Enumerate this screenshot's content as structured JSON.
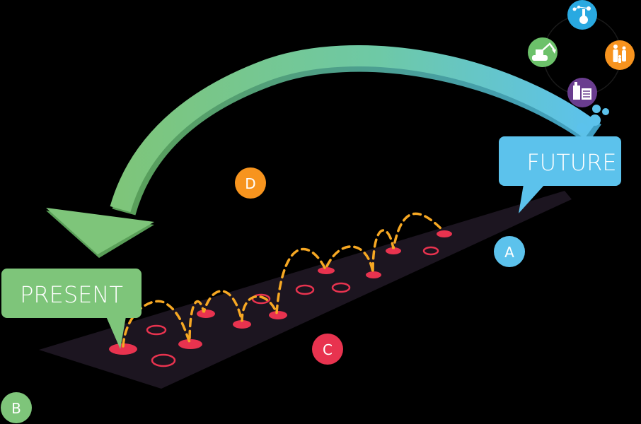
{
  "labels": {
    "present": "PRESENT",
    "future": "FUTURE"
  },
  "markers": {
    "a": "A",
    "b": "B",
    "c": "C",
    "d": "D"
  },
  "icons": [
    {
      "name": "science-icon",
      "color": "#29a9e1"
    },
    {
      "name": "family-icon",
      "color": "#f7931e"
    },
    {
      "name": "factory-icon",
      "color": "#6a3d8f"
    },
    {
      "name": "excavator-icon",
      "color": "#6cc16a"
    }
  ],
  "colors": {
    "background": "#000000",
    "road": "#1c1520",
    "present_bubble": "#7ec57a",
    "future_bubble": "#5cc2ec",
    "step_fill": "#e8334f",
    "path": "#f7a823",
    "marker_a": "#5cc2ec",
    "marker_b": "#7ec57a",
    "marker_c": "#e8334f",
    "marker_d": "#f7941e"
  }
}
